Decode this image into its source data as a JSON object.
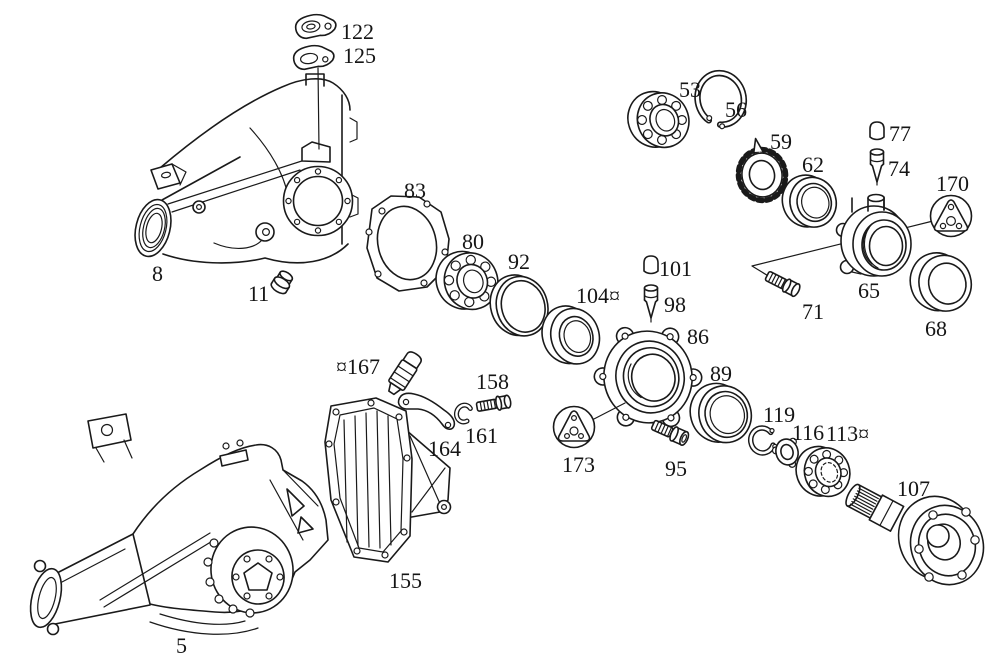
{
  "diagram": {
    "background_color": "#ffffff",
    "line_color": "#1a1a1a",
    "labels": {
      "5": "5",
      "8": "8",
      "11": "11",
      "53": "53",
      "56": "56",
      "59": "59",
      "62": "62",
      "65": "65",
      "68": "68",
      "71": "71",
      "74": "74",
      "77": "77",
      "80": "80",
      "83": "83",
      "86": "86",
      "89": "89",
      "92": "92",
      "95": "95",
      "98": "98",
      "101": "101",
      "104": "104¤",
      "107": "107",
      "113": "113¤",
      "116": "116",
      "119": "119",
      "122": "122",
      "125": "125",
      "155": "155",
      "158": "158",
      "161": "161",
      "164": "164",
      "167": "¤167",
      "170": "170",
      "173": "173"
    }
  }
}
